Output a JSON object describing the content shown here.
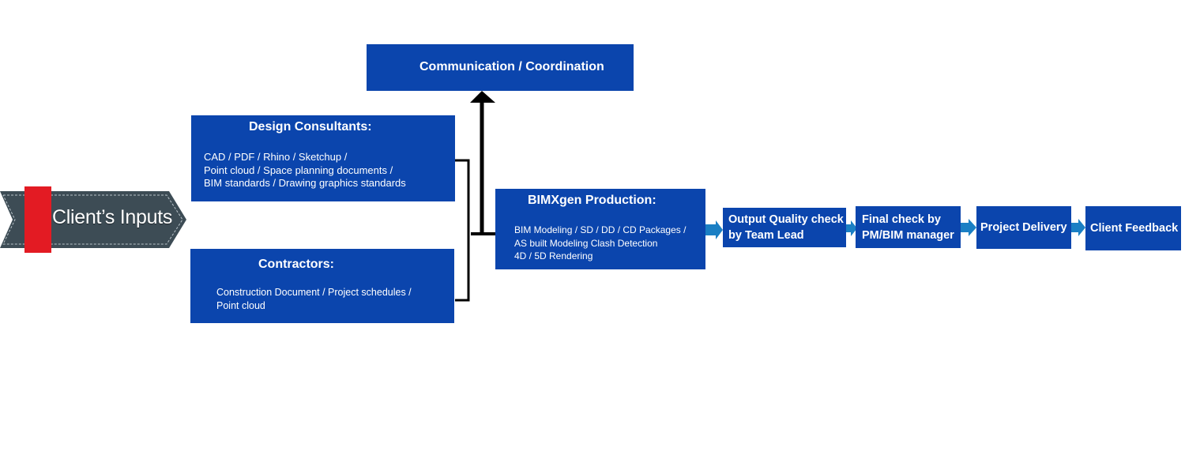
{
  "client": {
    "label": "Client’s Inputs"
  },
  "communication": {
    "title": "Communication / Coordination"
  },
  "design_consultants": {
    "title": "Design Consultants:",
    "lines": [
      "CAD / PDF / Rhino / Sketchup /",
      "Point cloud / Space planning documents /",
      "BIM standards / Drawing graphics standards"
    ]
  },
  "contractors": {
    "title": "Contractors:",
    "lines": [
      "Construction Document / Project schedules /",
      "Point cloud"
    ]
  },
  "production": {
    "title": "BIMXgen Production:",
    "lines": [
      "BIM Modeling / SD / DD / CD Packages /",
      "AS built Modeling Clash Detection",
      "4D / 5D Rendering"
    ]
  },
  "steps": [
    {
      "lines": [
        "Output Quality check",
        "by Team Lead"
      ]
    },
    {
      "lines": [
        "Final check by",
        "PM/BIM manager"
      ]
    },
    {
      "lines": [
        "Project Delivery"
      ]
    },
    {
      "lines": [
        "Client Feedback"
      ]
    }
  ],
  "colors": {
    "box_fill": "#0b45ad",
    "banner_fill": "#3d4c55",
    "banner_tab": "#e31b23",
    "arrow_fill": "#1a7fc4",
    "connector": "#000000"
  }
}
